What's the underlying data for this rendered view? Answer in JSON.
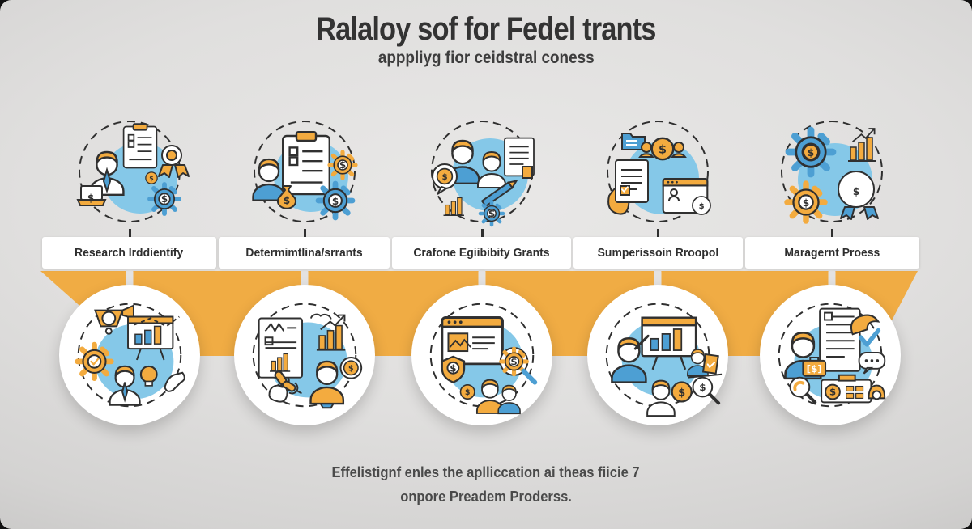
{
  "header": {
    "title": "Ralaloy sof for Fedel trants",
    "subtitle": "apppliyg fior ceidstral coness"
  },
  "steps": [
    {
      "label": "Research Irddientify",
      "top_icon": "researcher-laptop-checklist-award-icon",
      "bottom_icon": "strategy-chart-approval-gear-icon"
    },
    {
      "label": "Determimtlina/srrants",
      "top_icon": "checklist-moneybag-dollar-gears-icon",
      "bottom_icon": "report-growth-chart-microphone-icon"
    },
    {
      "label": "Crafone Egiibibity Grants",
      "top_icon": "team-document-pencil-funds-icon",
      "bottom_icon": "webpage-search-shield-team-icon"
    },
    {
      "label": "Sumperissoin Rroopol",
      "top_icon": "hand-checklist-folder-webform-icon",
      "bottom_icon": "presentation-audience-coins-icon"
    },
    {
      "label": "Maragernt Proess",
      "top_icon": "gears-growth-chart-award-icon",
      "bottom_icon": "review-document-briefcase-approval-icon"
    }
  ],
  "footer": {
    "line1": "Effelistignf enles the aplliccation ai theas fiicie 7",
    "line2": "onpore Preadem Proderss."
  },
  "colors": {
    "band_orange": "#F0AC44",
    "icon_orange": "#F3AB3F",
    "icon_blue": "#4D9FD3",
    "blob_blue": "#85C8E8",
    "outline": "#303030",
    "background_grey": "#dedddc",
    "text_dark": "#333333"
  }
}
